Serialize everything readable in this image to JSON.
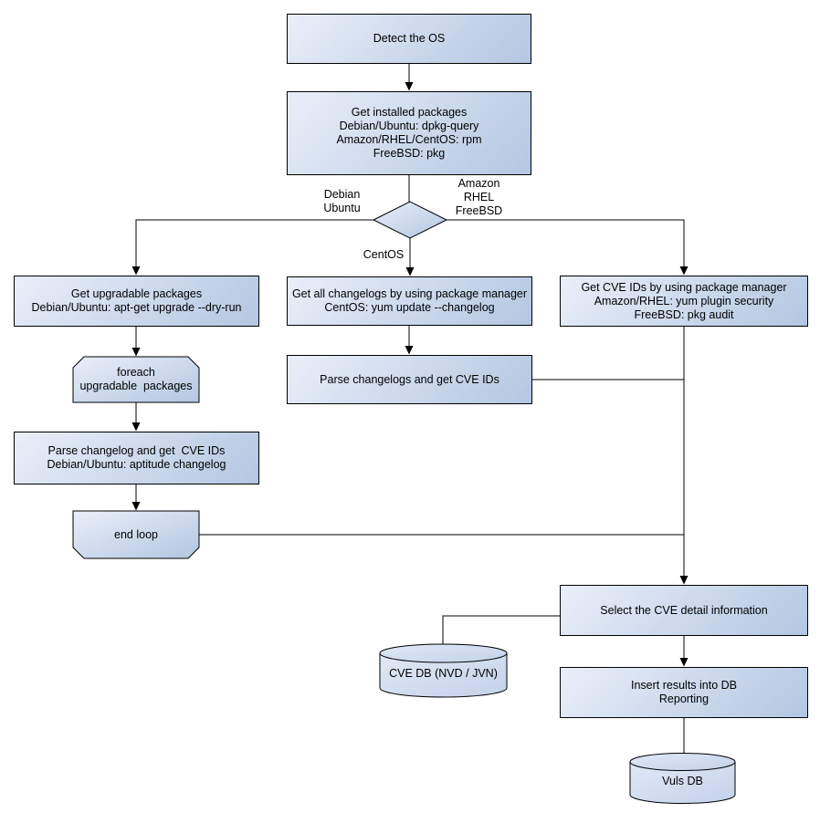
{
  "title": "Vuls scan flow diagram",
  "colors": {
    "node_fill_light": "#eaeff8",
    "node_fill_dark": "#b3c6e2",
    "cylinder_fill_light": "#e2e9f5",
    "cylinder_fill_dark": "#c2d1ea",
    "border": "#000000",
    "background": "#ffffff",
    "text": "#000000"
  },
  "nodes": {
    "detect_os": {
      "label": "Detect the OS"
    },
    "get_installed_packages": {
      "label": "Get installed packages\nDebian/Ubuntu: dpkg-query\nAmazon/RHEL/CentOS: rpm\nFreeBSD: pkg"
    },
    "get_upgradable_packages": {
      "label": "Get upgradable packages\nDebian/Ubuntu: apt-get upgrade --dry-run"
    },
    "foreach_loop_start": {
      "label": "foreach\nupgradable  packages"
    },
    "parse_changelog_debian": {
      "label": "Parse changelog and get  CVE IDs\nDebian/Ubuntu: aptitude changelog"
    },
    "end_loop": {
      "label": "end loop"
    },
    "get_all_changelogs": {
      "label": "Get all changelogs by using package manager\nCentOS: yum update --changelog"
    },
    "parse_changelogs_centos": {
      "label": "Parse changelogs and get CVE IDs"
    },
    "get_cve_ids_pkg_manager": {
      "label": "Get CVE IDs by using package manager\nAmazon/RHEL: yum plugin security\nFreeBSD: pkg audit"
    },
    "select_cve_detail": {
      "label": "Select the CVE detail information"
    },
    "cve_db": {
      "label": "CVE DB (NVD / JVN)"
    },
    "insert_results": {
      "label": "Insert results into DB\nReporting"
    },
    "vuls_db": {
      "label": "Vuls DB"
    }
  },
  "edge_labels": {
    "debian_ubuntu": "Debian\nUbuntu",
    "amazon_rhel_freebsd": "Amazon\nRHEL\nFreeBSD",
    "centos": "CentOS"
  }
}
